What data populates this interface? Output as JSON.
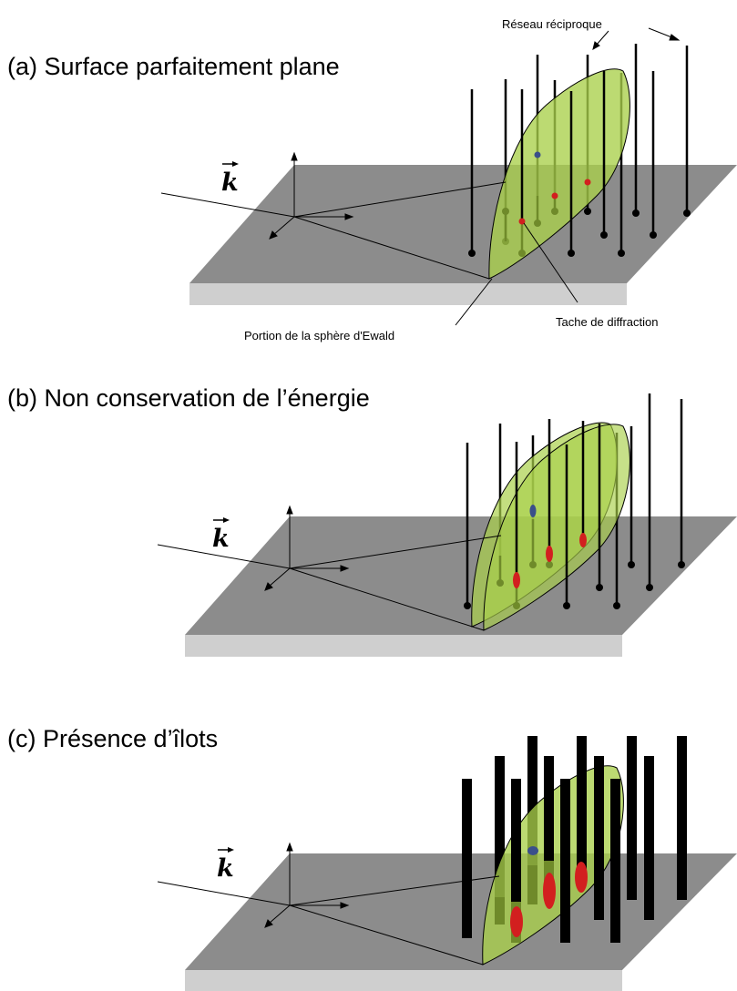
{
  "panels": [
    {
      "id": "a",
      "title": "(a) Surface parfaitement plane",
      "k_label": "k",
      "spot_style": "small",
      "double_sphere": false,
      "thick_rods": false,
      "annotations": {
        "reciprocal_lattice": "Réseau réciproque",
        "ewald_portion": "Portion de la sphère d'Ewald",
        "diffraction_spot": "Tache de diffraction"
      }
    },
    {
      "id": "b",
      "title": "(b) Non conservation de l’énergie",
      "k_label": "k",
      "spot_style": "elongated",
      "double_sphere": true,
      "thick_rods": false
    },
    {
      "id": "c",
      "title": "(c) Présence d’îlots",
      "k_label": "k",
      "spot_style": "large",
      "double_sphere": false,
      "thick_rods": true
    }
  ],
  "colors": {
    "plate_top": "#8c8c8c",
    "plate_side": "#cfcfcf",
    "ewald": "#a9d04a",
    "spot": "#d21f1f",
    "specular": "#3a4f8a",
    "rod": "#000000"
  }
}
